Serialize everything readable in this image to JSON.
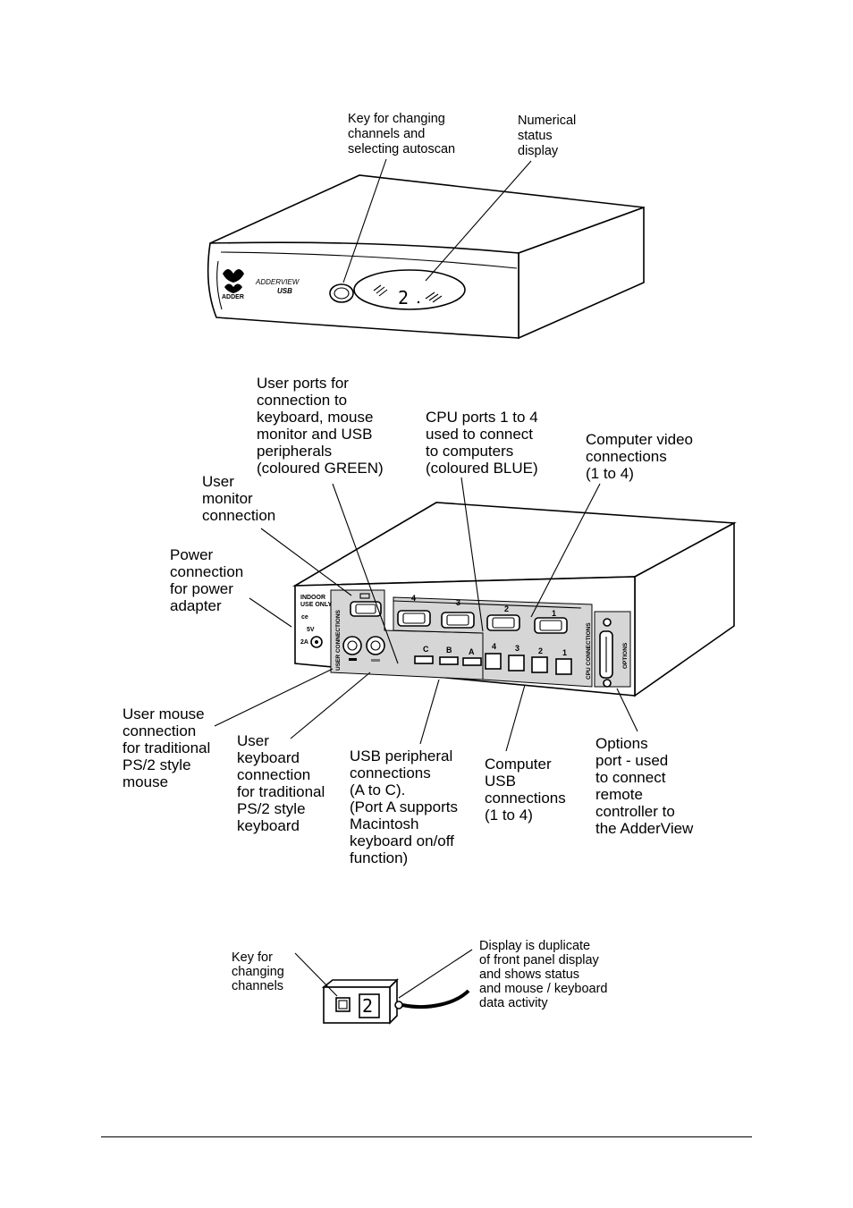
{
  "front": {
    "callouts": {
      "key": [
        "Key for changing",
        "channels and",
        "selecting autoscan"
      ],
      "display": [
        "Numerical",
        "status",
        "display"
      ]
    },
    "brand_line1": "ADDERVIEW",
    "brand_line2": "USB",
    "logo_text": "ADDER",
    "display_digit": "2"
  },
  "rear": {
    "callouts": {
      "user_ports": [
        "User ports for",
        "connection to",
        "keyboard, mouse",
        "monitor and USB",
        "peripherals",
        "(coloured GREEN)"
      ],
      "cpu_ports": [
        "CPU ports 1 to 4",
        "used to connect",
        "to computers",
        "(coloured BLUE)"
      ],
      "video": [
        "Computer video",
        "connections",
        "(1 to 4)"
      ],
      "monitor": [
        "User",
        "monitor",
        "connection"
      ],
      "power": [
        "Power",
        "connection",
        "for power",
        "adapter"
      ],
      "mouse": [
        "User mouse",
        "connection",
        "for traditional",
        "PS/2 style",
        "mouse"
      ],
      "keyboard": [
        "User",
        "keyboard",
        "connection",
        "for traditional",
        "PS/2 style",
        "keyboard"
      ],
      "usb_periph": [
        "USB peripheral",
        "connections",
        "(A to C).",
        "(Port A supports",
        "Macintosh",
        "keyboard on/off",
        "function)"
      ],
      "computer_usb": [
        "Computer",
        "USB",
        "connections",
        "(1 to 4)"
      ],
      "options": [
        "Options",
        "port - used",
        "to connect",
        "remote",
        "controller to",
        "the AdderView"
      ]
    },
    "panel": {
      "indoor": [
        "INDOOR",
        "USE ONLY"
      ],
      "ce": "ce",
      "volt": "5V",
      "amp": "2A",
      "user_connections": "USER CONNECTIONS",
      "cpu_connections": "CPU CONNECTIONS",
      "options": "OPTIONS",
      "video_numbers": [
        "4",
        "3",
        "2",
        "1"
      ],
      "usb_peripheral_letters": [
        "C",
        "B",
        "A"
      ],
      "usb_cpu_numbers": [
        "4",
        "3",
        "2",
        "1"
      ]
    }
  },
  "remote": {
    "callouts": {
      "key": [
        "Key for",
        "changing",
        "channels"
      ],
      "display": [
        "Display is duplicate",
        "of front panel display",
        "and shows status",
        "and mouse / keyboard",
        "data activity"
      ]
    },
    "display_digit": "2"
  }
}
